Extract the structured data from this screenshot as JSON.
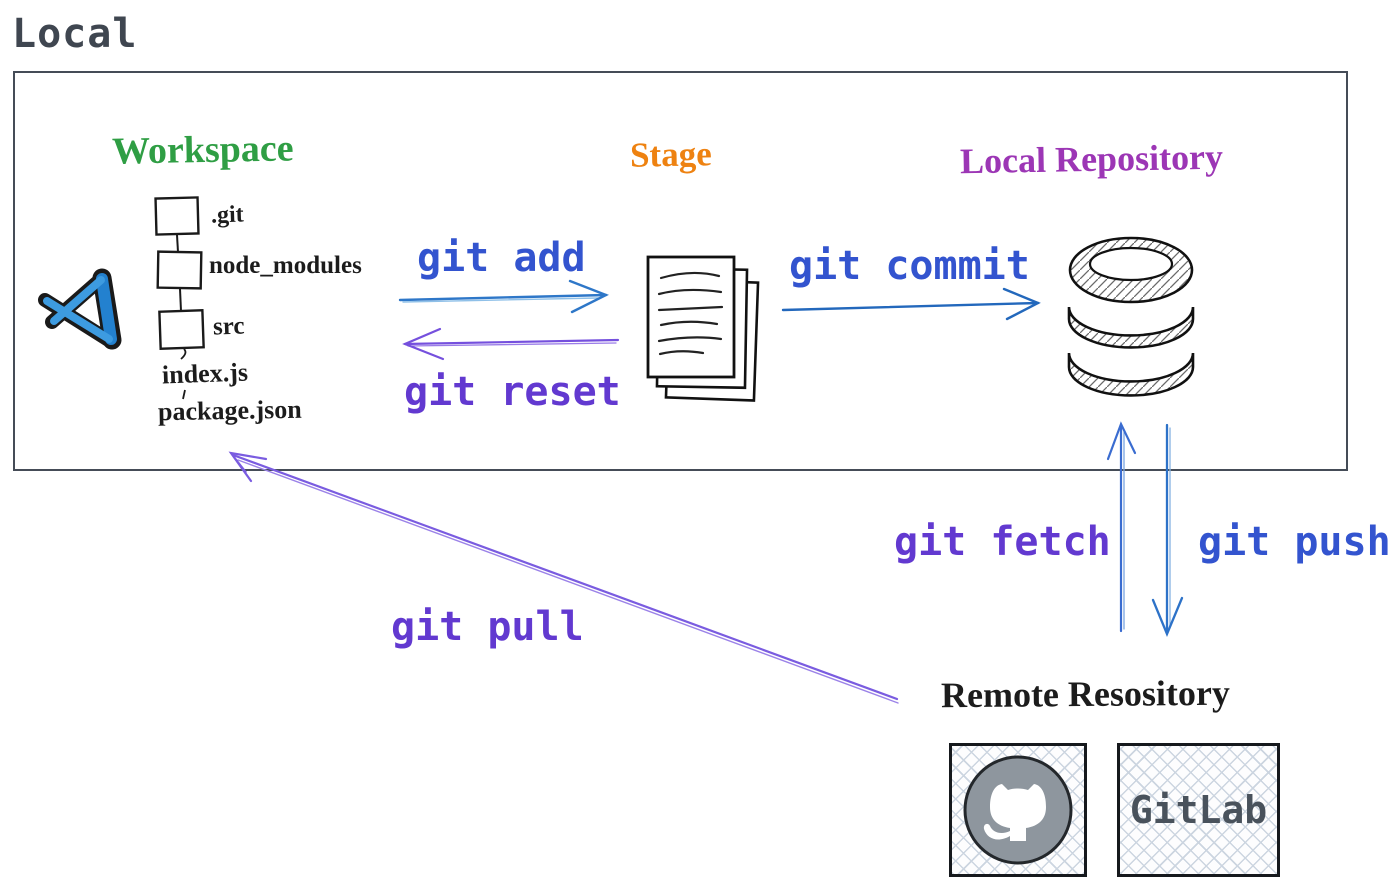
{
  "diagram": {
    "title": "Local",
    "zones": {
      "workspace": {
        "label": "Workspace",
        "color": "#2f9e44"
      },
      "stage": {
        "label": "Stage",
        "color": "#ee8211"
      },
      "local_repository": {
        "label": "Local Repository",
        "color": "#9c36b5"
      },
      "remote_repository": {
        "label": "Remote Resository",
        "color": "#1c1c1c"
      }
    },
    "workspace_files": {
      "git": ".git",
      "node_modules": "node_modules",
      "src": "src",
      "index_js": "index.js",
      "package_json": "package.json"
    },
    "commands": {
      "add": {
        "label": "git add",
        "color": "#3354cf",
        "direction": "workspace-to-stage"
      },
      "reset": {
        "label": "git reset",
        "color": "#6239d0",
        "direction": "stage-to-workspace"
      },
      "commit": {
        "label": "git commit",
        "color": "#3354cf",
        "direction": "stage-to-local-repo"
      },
      "fetch": {
        "label": "git fetch",
        "color": "#6239d0",
        "direction": "remote-to-local-repo"
      },
      "push": {
        "label": "git push",
        "color": "#3354cf",
        "direction": "local-repo-to-remote"
      },
      "pull": {
        "label": "git pull",
        "color": "#6239d0",
        "direction": "remote-to-workspace"
      }
    },
    "remote_providers": {
      "github": {
        "icon": "github-octocat"
      },
      "gitlab": {
        "label": "GitLab"
      }
    }
  }
}
